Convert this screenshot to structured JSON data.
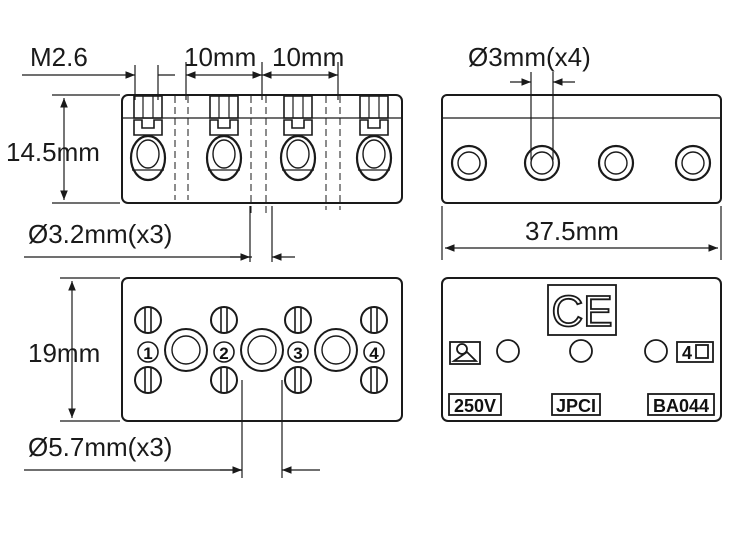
{
  "dimensions": {
    "screw_size": "M2.6",
    "pitch_left": "10mm",
    "pitch_right": "10mm",
    "height": "14.5mm",
    "wire_hole": "Ø3.2mm(x3)",
    "mount_hole": "Ø3mm(x4)",
    "length": "37.5mm",
    "width": "19mm",
    "center_hole": "Ø5.7mm(x3)"
  },
  "terminals": [
    "1",
    "2",
    "3",
    "4"
  ],
  "markings": {
    "ce": "CE",
    "voltage": "250V",
    "maker": "JPCI",
    "part_no": "BA044",
    "poles": "4"
  },
  "colors": {
    "line": "#1a1a1a",
    "background": "#ffffff"
  }
}
